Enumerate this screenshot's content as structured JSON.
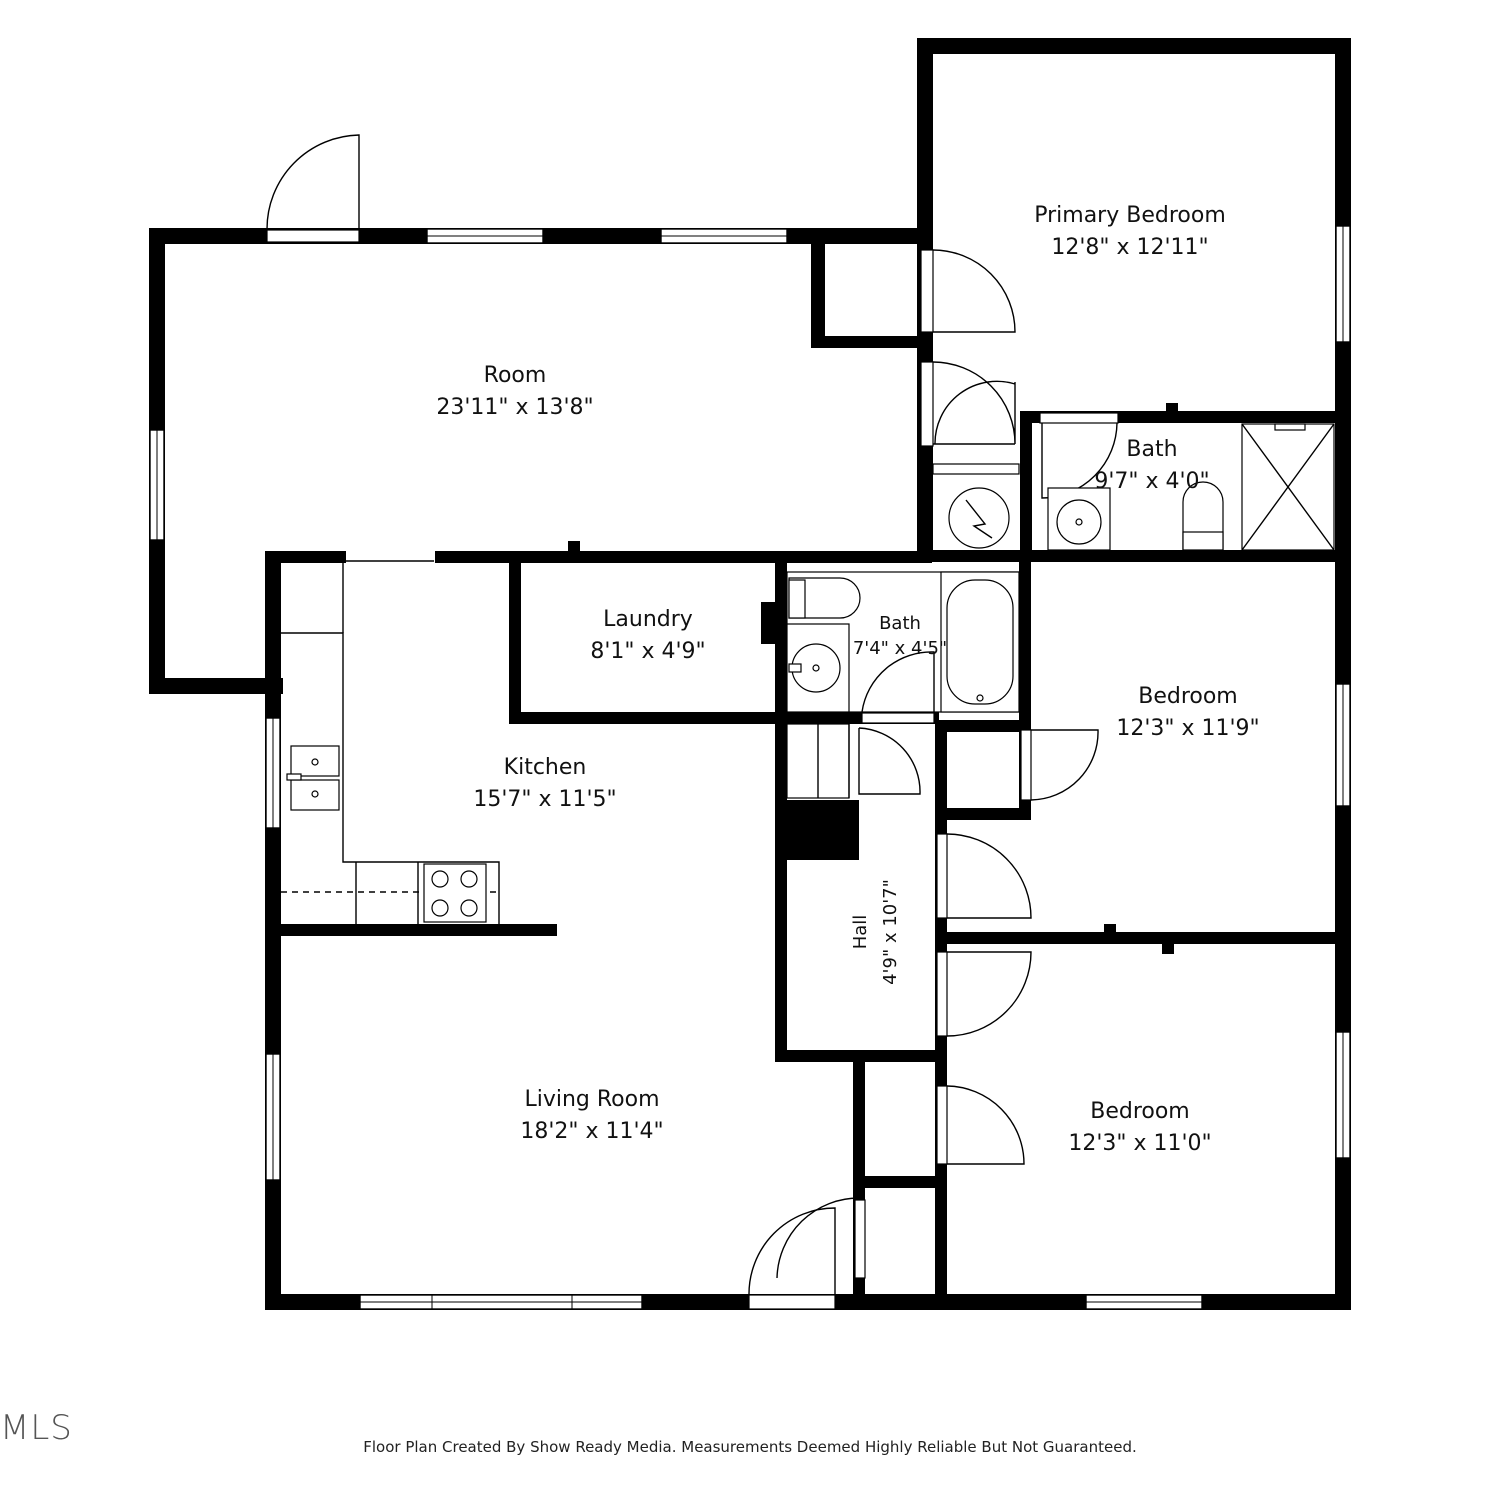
{
  "colors": {
    "wall": "#000000",
    "background": "#ffffff",
    "text": "#111111"
  },
  "rooms": {
    "room": {
      "name": "Room",
      "size": "23'11\" x 13'8\""
    },
    "primary_bedroom": {
      "name": "Primary Bedroom",
      "size": "12'8\" x 12'11\""
    },
    "primary_bath": {
      "name": "Bath",
      "size": "9'7\" x 4'0\""
    },
    "laundry": {
      "name": "Laundry",
      "size": "8'1\" x 4'9\""
    },
    "hall_bath": {
      "name": "Bath",
      "size": "7'4\" x 4'5\""
    },
    "kitchen": {
      "name": "Kitchen",
      "size": "15'7\" x 11'5\""
    },
    "bedroom_2": {
      "name": "Bedroom",
      "size": "12'3\" x 11'9\""
    },
    "hall": {
      "name": "Hall",
      "size": "4'9\" x 10'7\""
    },
    "living_room": {
      "name": "Living Room",
      "size": "18'2\" x 11'4\""
    },
    "bedroom_3": {
      "name": "Bedroom",
      "size": "12'3\" x 11'0\""
    }
  },
  "footer": "Floor Plan Created By Show Ready Media. Measurements Deemed Highly Reliable But Not Guaranteed.",
  "logo": {
    "text": "MLS",
    "icon": "mls-logo-icon"
  }
}
